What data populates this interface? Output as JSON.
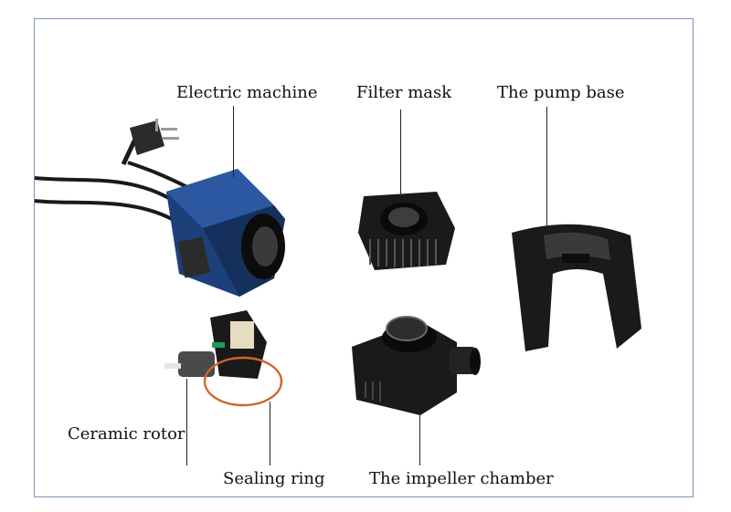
{
  "labels": {
    "electric_machine": "Electric machine",
    "filter_mask": "Filter mask",
    "pump_base": "The pump base",
    "ceramic_rotor": "Ceramic rotor",
    "sealing_ring": "Sealing ring",
    "impeller_chamber": "The impeller chamber"
  },
  "colors": {
    "frame": "#7a93b3",
    "motor_blue": "#1d3f7a",
    "part_black": "#1a1a1a",
    "ring_orange": "#d2642c"
  }
}
